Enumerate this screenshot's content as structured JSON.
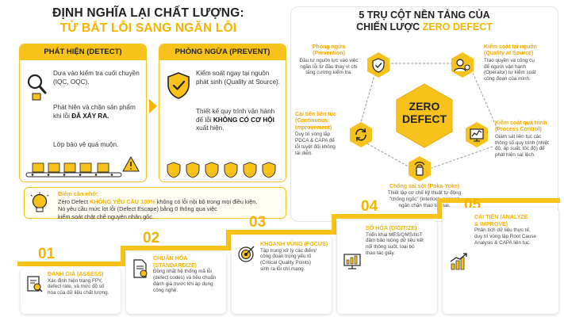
{
  "header": {
    "line1": "ĐỊNH NGHĨA LẠI CHẤT LƯỢNG:",
    "line2": "TỪ BẮT LỖI SANG NGĂN LỖI"
  },
  "detect": {
    "title": "PHÁT HIỆN (DETECT)",
    "p1": "Dựa vào kiểm tra cuối chuyền (IQC, OQC).",
    "p2_pre": "Phát hiện và chặn sản phẩm khi lỗi",
    "p2_bold": "ĐÃ XẢY RA.",
    "p3": "Lớp bảo vệ quá muộn."
  },
  "prevent": {
    "title": "PHÒNG NGỪA (PREVENT)",
    "p1": "Kiểm soát ngay tại nguồn phát sinh (Quality at Source).",
    "p2_pre": "Thiết kế quy trình vận hành để lỗi",
    "p2_bold": "KHÔNG CÓ CƠ HỘI",
    "p2_post": "xuất hiện."
  },
  "note": {
    "label": "Điểm cần nhớ:",
    "l1_pre": "Zero Defect",
    "l1_hl": "KHÔNG YÊU CẦU 100%",
    "l1_post": "không có lỗi nội bộ trong mọi điều kiện.",
    "l2": "Nó yêu cầu mức lọt lỗi (Defect Escape) bằng 0 thông qua việc",
    "l3": "kiểm soát chặt chẽ nguyên nhân gốc."
  },
  "pillars": {
    "title_line1": "5 TRỤ CỘT NỀN TẢNG CỦA",
    "title_line2_pre": "CHIẾN LƯỢC",
    "title_line2_hl": "ZERO DEFECT",
    "center_line1": "ZERO",
    "center_line2": "DEFECT",
    "prevention": {
      "t1": "Phòng ngừa",
      "t2": "(Prevention)",
      "d1": "Đầu tư nguồn lực vào việc",
      "d2": "ngăn lỗi từ đầu thay vì chi",
      "d3": "tăng cường kiểm tra."
    },
    "source": {
      "t1": "Kiểm soát tại nguồn",
      "t2": "(Quality at Source)",
      "d1": "Trao quyền và công cụ",
      "d2": "để người vận hành",
      "d3": "(Operator) tự kiểm soát",
      "d4": "công đoạn của mình."
    },
    "improve": {
      "t1": "Cải tiến liên tục",
      "t2": "(Continuous",
      "t3": "Improvement)",
      "d1": "Duy trì vòng lặp",
      "d2": "PDCA & CAPA để",
      "d3": "lỗi tuyệt đối không",
      "d4": "tái diễn."
    },
    "process": {
      "t1": "Kiểm soát quá trình",
      "t2": "(Process Control)",
      "d1": "Giám sát liên tục các",
      "d2": "thông số quy trình (nhiệt",
      "d3": "độ, áp suất, tốc độ) để",
      "d4": "phát hiện sai lệch."
    },
    "pokayoke": {
      "t1": "Chống sai sót (Poka-Yoke)",
      "d1": "Thiết lập cơ chế kỹ thuật tự động",
      "d2": "\"chống ngốc\" (interlock, sensor)",
      "d3": "ngăn chặn thao tác sai."
    }
  },
  "steps": [
    {
      "num": "01",
      "t1": "ĐÁNH GIÁ (ASSESS)",
      "d1": "Xác định hiện trạng FPY,",
      "d2": "defect rate, và mức độ số",
      "d3": "hóa của dữ liệu chất lượng."
    },
    {
      "num": "02",
      "t1": "CHUẨN HÓA",
      "t2": "(STANDARDIZE)",
      "d1": "Đồng nhất hệ thống mã lỗi",
      "d2": "(defect codes) và tiêu chuẩn",
      "d3": "đánh giá trước khi áp dụng",
      "d4": "công nghệ."
    },
    {
      "num": "03",
      "t1": "KHOANH VÙNG (FOCUS)",
      "d1": "Tập trung xử lý các điểm/",
      "d2": "công đoạn trọng yếu tố",
      "d3": "(Critical Quality Points)",
      "d4": "sinh ra lỗi chí mạng."
    },
    {
      "num": "04",
      "t1": "SỐ HÓA (DIGITIZE)",
      "d1": "Triển khai MES/QMS/IIoT",
      "d2": "đảm bảo luồng dữ liệu kết",
      "d3": "nối thông suốt, loại bỏ",
      "d4": "thao tác giấy."
    },
    {
      "num": "05",
      "t1": "CẢI TIẾN (ANALYZE",
      "t2": "& IMPROVE)",
      "d1": "Phân tích dữ liệu thực tế,",
      "d2": "duy trì vòng lặp Root Cause",
      "d3": "Analysis & CAPA liên tục."
    }
  ],
  "colors": {
    "accent": "#f5b400",
    "header_fill": "#f7c21c",
    "dark": "#222222"
  },
  "icons": {
    "detect": "magnifier-icon",
    "prevent": "shield-check-icon",
    "note": "lightbulb-icon"
  }
}
